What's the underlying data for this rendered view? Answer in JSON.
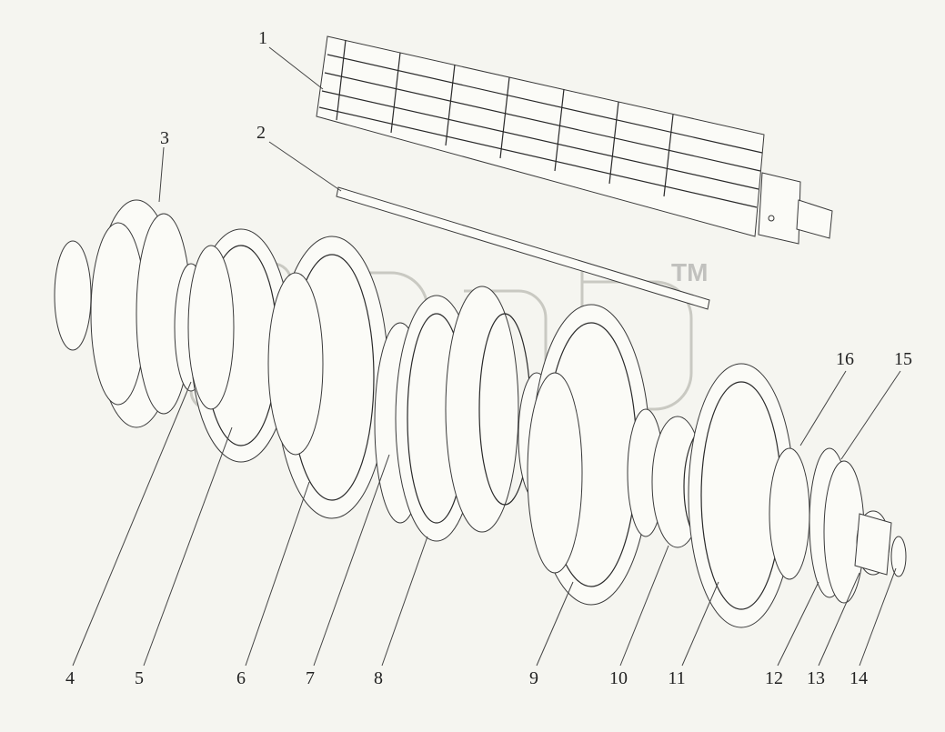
{
  "diagram": {
    "callouts": [
      {
        "label": "1"
      },
      {
        "label": "2"
      },
      {
        "label": "3"
      },
      {
        "label": "4"
      },
      {
        "label": "5"
      },
      {
        "label": "6"
      },
      {
        "label": "7"
      },
      {
        "label": "8"
      },
      {
        "label": "9"
      },
      {
        "label": "10"
      },
      {
        "label": "11"
      },
      {
        "label": "12"
      },
      {
        "label": "13"
      },
      {
        "label": "14"
      },
      {
        "label": "15"
      },
      {
        "label": "16"
      }
    ],
    "watermark_mark": "TM"
  }
}
